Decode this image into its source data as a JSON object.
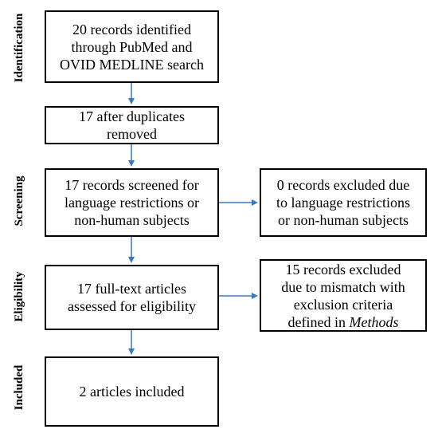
{
  "stages": {
    "identification": "Identification",
    "screening": "Screening",
    "eligibility": "Eligibility",
    "included": "Included"
  },
  "boxes": {
    "identified": [
      "20 records identified",
      "through PubMed and",
      "OVID MEDLINE search"
    ],
    "duplicates_removed": [
      "17 after duplicates",
      "removed"
    ],
    "screened": [
      "17 records screened for",
      "language restrictions or",
      "non-human subjects"
    ],
    "excluded_screening": [
      "0 records excluded due",
      "to language restrictions",
      "or non-human subjects"
    ],
    "assessed": [
      "17 full-text articles",
      "assessed for eligibility"
    ],
    "excluded_eligibility": {
      "line1": "15 records excluded",
      "line2": "due to mismatch with",
      "line3": "exclusion criteria",
      "line4_prefix": "defined in ",
      "line4_italic": "Methods"
    },
    "included": [
      "2 articles included"
    ]
  },
  "colors": {
    "arrow": "#3a78c2",
    "border": "#000000"
  }
}
